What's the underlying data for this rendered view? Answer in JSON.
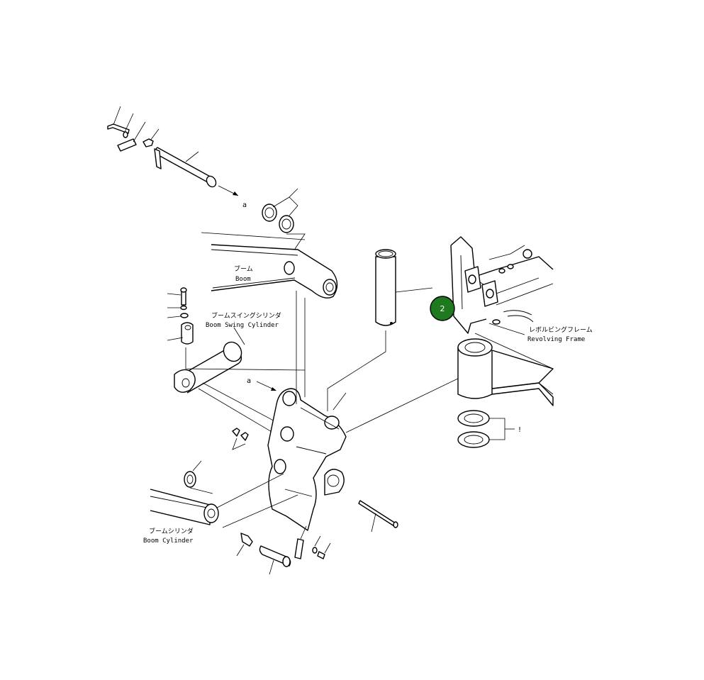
{
  "labels": {
    "boom_jp": "ブーム",
    "boom_en": "Boom",
    "boom_swing_cyl_jp": "ブームスイングシリンダ",
    "boom_swing_cyl_en": "Boom Swing Cylinder",
    "boom_cyl_jp": "ブームシリンダ",
    "boom_cyl_en": "Boom Cylinder",
    "revolving_frame_jp": "レボルビングフレーム",
    "revolving_frame_en": "Revolving Frame",
    "ref_a_top": "a",
    "ref_a_mid": "a",
    "shim_mark": "!"
  },
  "hotspots": [
    {
      "label": "2",
      "color": "#1f7a1f"
    }
  ]
}
